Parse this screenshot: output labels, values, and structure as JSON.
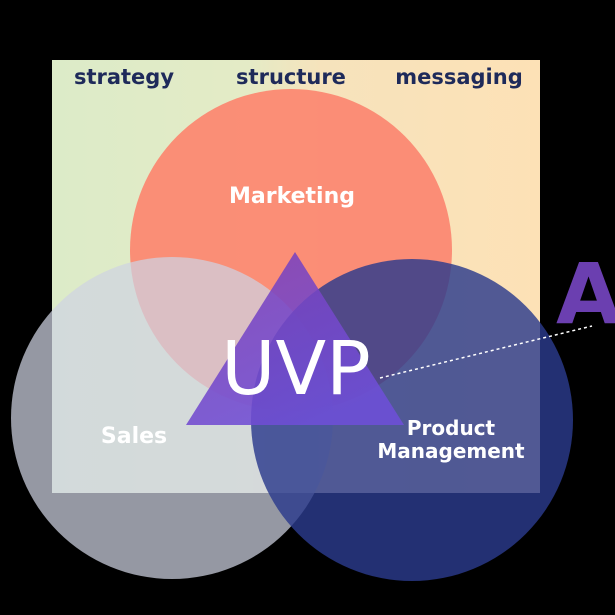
{
  "header": {
    "strategy": "strategy",
    "structure": "structure",
    "messaging": "messaging"
  },
  "circles": {
    "marketing": "Marketing",
    "sales": "Sales",
    "product_line1": "Product",
    "product_line2": "Management"
  },
  "center": {
    "label": "UVP"
  },
  "side_letter": "A",
  "colors": {
    "background": "#000000",
    "panel_green": "#dcebc8",
    "panel_orange": "#fde2b8",
    "header_text": "#1e2a5a",
    "marketing_circle": "#fb8a74",
    "sales_circle": "#cfd3e2",
    "product_circle": "#2b3a8c",
    "triangle": "#7b45c9",
    "side_letter": "#6b3fb0"
  }
}
